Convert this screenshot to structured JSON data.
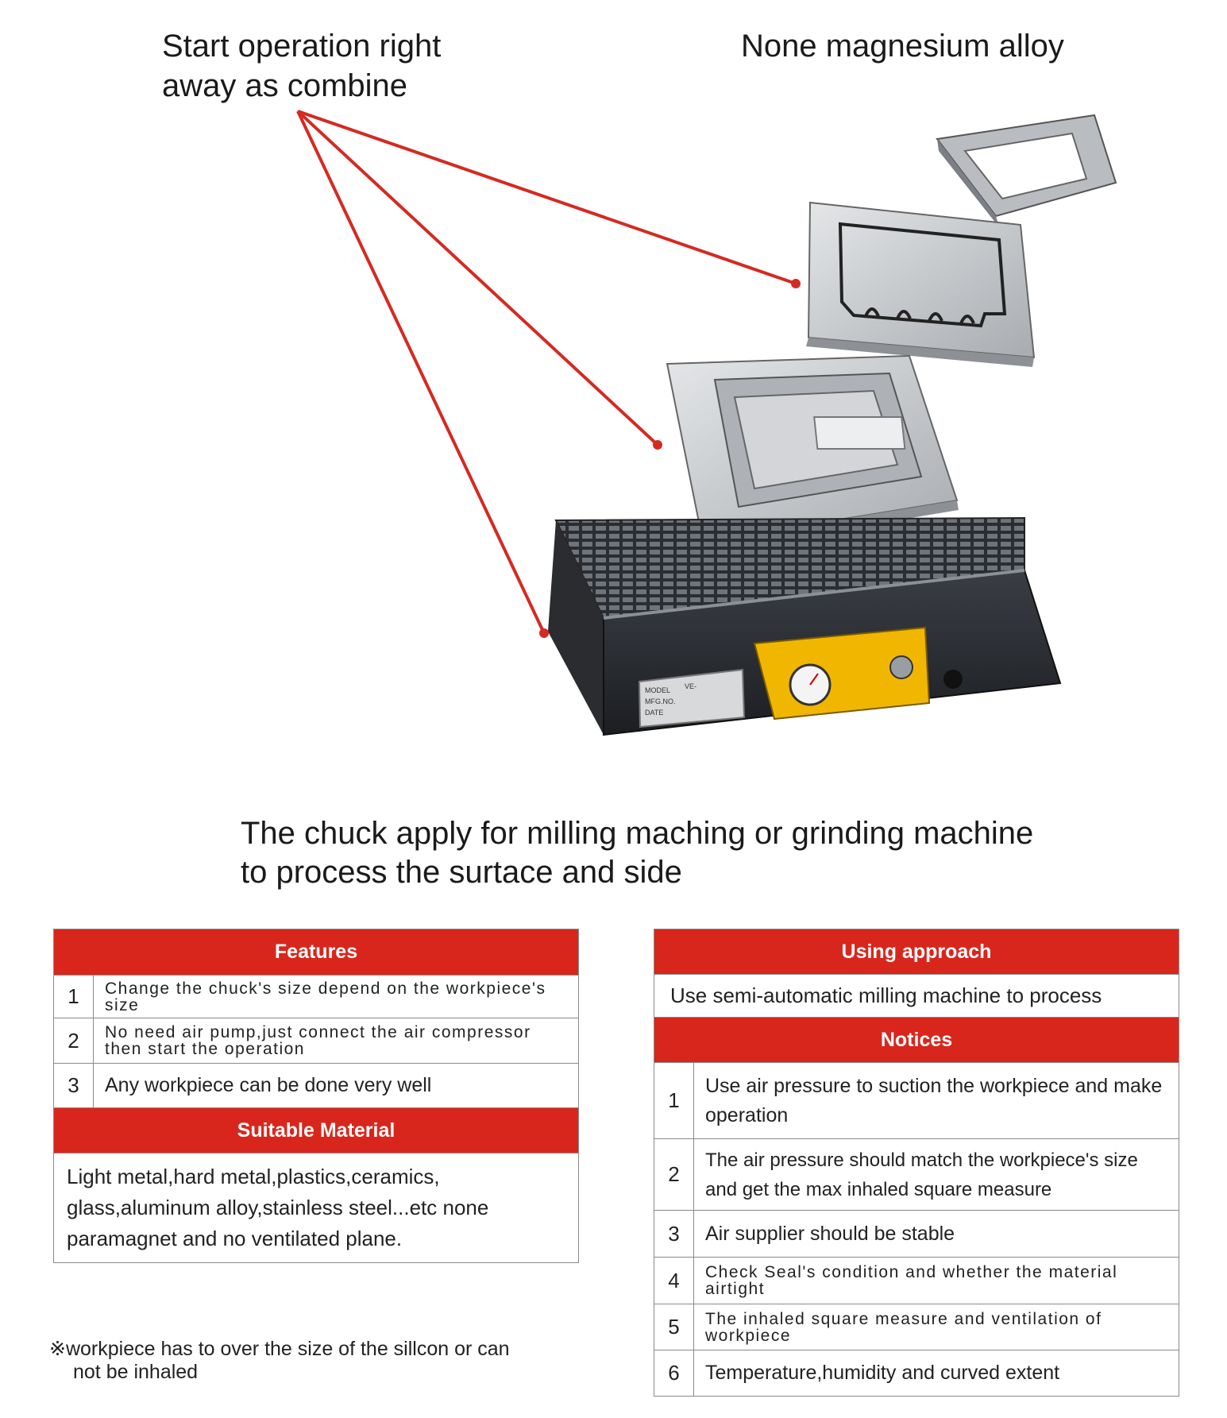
{
  "callouts": {
    "left": "Start operation right away as combine",
    "right": "None magnesium alloy"
  },
  "colors": {
    "accent": "#d9261c",
    "chuck_yellow": "#f1b600",
    "chuck_body": "#2b2e33"
  },
  "figure": {
    "nameplate": {
      "model_label": "MODEL",
      "model_value": "VE-",
      "mfg_label": "MFG.NO.",
      "date_label": "DATE"
    }
  },
  "headline": "The chuck apply for milling maching or grinding machine to process the surtace and side",
  "features": {
    "heading": "Features",
    "rows": [
      {
        "num": "1",
        "text": "Change the chuck's size depend on the workpiece's size"
      },
      {
        "num": "2",
        "text": "No need air pump,just connect the air compressor then start  the operation"
      },
      {
        "num": "3",
        "text": "Any workpiece can be done very well"
      }
    ],
    "material_heading": "Suitable Material",
    "material_text": "Light metal,hard metal,plastics,ceramics, glass,aluminum alloy,stainless steel...etc none paramagnet and no ventilated plane."
  },
  "approach": {
    "heading": "Using approach",
    "text": "Use semi-automatic milling machine to process"
  },
  "notices": {
    "heading": "Notices",
    "rows": [
      {
        "num": "1",
        "text": "Use air pressure to suction the workpiece and make operation"
      },
      {
        "num": "2",
        "text": "The air pressure should match the workpiece's size and get the max inhaled square measure"
      },
      {
        "num": "3",
        "text": "Air supplier should be stable"
      },
      {
        "num": "4",
        "text": "Check Seal's condition and whether the material airtight"
      },
      {
        "num": "5",
        "text": "The inhaled square measure and ventilation of workpiece"
      },
      {
        "num": "6",
        "text": "Temperature,humidity and curved extent"
      }
    ]
  },
  "footnote": {
    "line1": "※workpiece has to over the size of the sillcon or can",
    "line2": "not be inhaled"
  }
}
